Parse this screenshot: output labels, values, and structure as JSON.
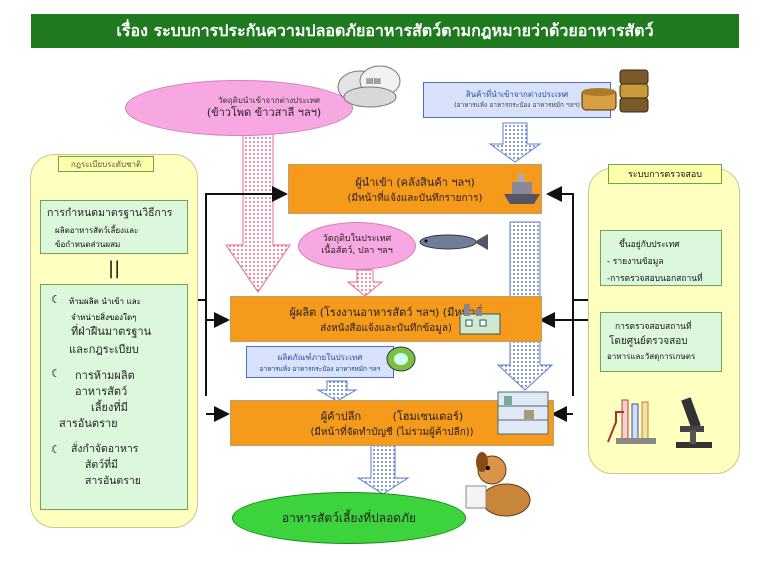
{
  "title": "เรื่อง ระบบการประกันความปลอดภัยอาหารสัตว์ตามกฎหมายว่าด้วยอาหารสัตว์",
  "imported_raw": {
    "line1": "วัตถุดิบนำเข้าจากต่างประเทศ",
    "line2": "(ข้าวโพด ข้าวสาลี ฯลฯ)"
  },
  "imported_goods": {
    "line1": "สินค้าที่นำเข้าจากต่างประเทศ",
    "line2": "(อาหารแห้ง อาหารกระป๋อง อาหารหมัก ฯลฯ)"
  },
  "importer": {
    "line1": "ผู้นำเข้า (คลังสินค้า ฯลฯ)",
    "line2": "(มีหน้าที่แจ้งและบันทึกรายการ)"
  },
  "domestic_raw": {
    "line1": "วัตถุดิบในประเทศ",
    "line2": "เนื้อสัตว์, ปลา ฯลฯ"
  },
  "producer": {
    "line1": "ผู้ผลิต (โรงงานอาหารสัตว์ ฯลฯ) (มีหน้าที่",
    "line2": "ส่งหนังสือแจ้งและบันทึกข้อมูล)"
  },
  "domestic_products": {
    "line1": "ผลิตภัณฑ์ภายในประเทศ",
    "line2": "อาหารแห้ง อาหารกระป๋อง อาหารหมัก ฯลฯ"
  },
  "retailer": {
    "line1": "ผู้ค้าปลีก         (โฮมเซนเตอร์)",
    "line2": "(มีหน้าที่จัดทำบัญชี (ไม่รวมผู้ค้าปลีก))"
  },
  "result": "อาหารสัตว์เลี้ยงที่ปลอดภัย",
  "left_panel": {
    "tag": "กฎระเบียบระดับชาติ",
    "standard_title": "การกำหนดมาตรฐานวิธีการ",
    "standard_detail_1": "ผลิตอาหารสัตว์เลี้ยงและ",
    "standard_detail_2": "ข้อกำหนดส่วนผสม",
    "equals": "||",
    "bullet_symbol": "☾",
    "item1_line1": "ห้ามผลิต นำเข้า และ",
    "item1_line2": "จำหน่ายสิ่งของใดๆ",
    "item1_line3": "ที่ฝ่าฝืนมาตรฐาน",
    "item1_line4": "และกฎระเบียบ",
    "item2_line1": "การห้ามผลิต",
    "item2_line2": "อาหารสัตว์",
    "item2_line3": "เลี้ยงที่มี",
    "item2_line4": "สารอันตราย",
    "item3_line1": "สั่งกำจัดอาหาร",
    "item3_line2": "สัตว์ที่มี",
    "item3_line3": "สารอันตราย"
  },
  "right_panel": {
    "title": "ระบบการตรวจสอบ",
    "box1_title": "ขึ้นอยู่กับประเทศ",
    "box1_item1": "- รายงานข้อมูล",
    "box1_item2": "-การตรวจสอบนอกสถานที่",
    "box2_line1": "การตรวจสอบสถานที่",
    "box2_line2": "โดยศูนย์ตรวจสอบ",
    "box2_line3": "อาหารและวัสดุการเกษตร"
  },
  "colors": {
    "title_bg": "#1f7a1f",
    "orange": "#f59a1b",
    "pink": "#f7a8e0",
    "result_green": "#3cd33c",
    "side_yellow": "#ffffc0"
  }
}
